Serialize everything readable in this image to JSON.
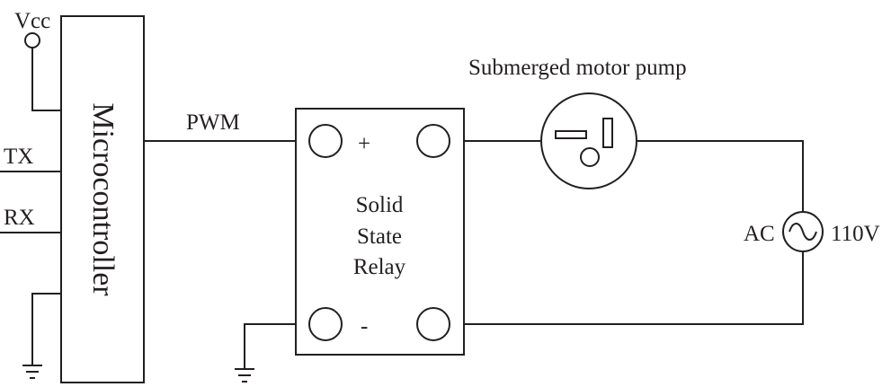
{
  "labels": {
    "vcc": "Vcc",
    "tx": "TX",
    "rx": "RX",
    "microcontroller": "Microcontroller",
    "pwm": "PWM",
    "ssr_plus": "+",
    "ssr_minus": "-",
    "ssr_line1": "Solid",
    "ssr_line2": "State",
    "ssr_line3": "Relay",
    "pump": "Submerged motor pump",
    "ac": "AC",
    "voltage": "110V"
  },
  "colors": {
    "line": "#231f20",
    "background": "#ffffff"
  },
  "icons": {
    "vcc": "vcc-terminal-icon",
    "ground": "ground-icon",
    "ac_source": "ac-source-icon",
    "pump": "motor-pump-icon"
  }
}
